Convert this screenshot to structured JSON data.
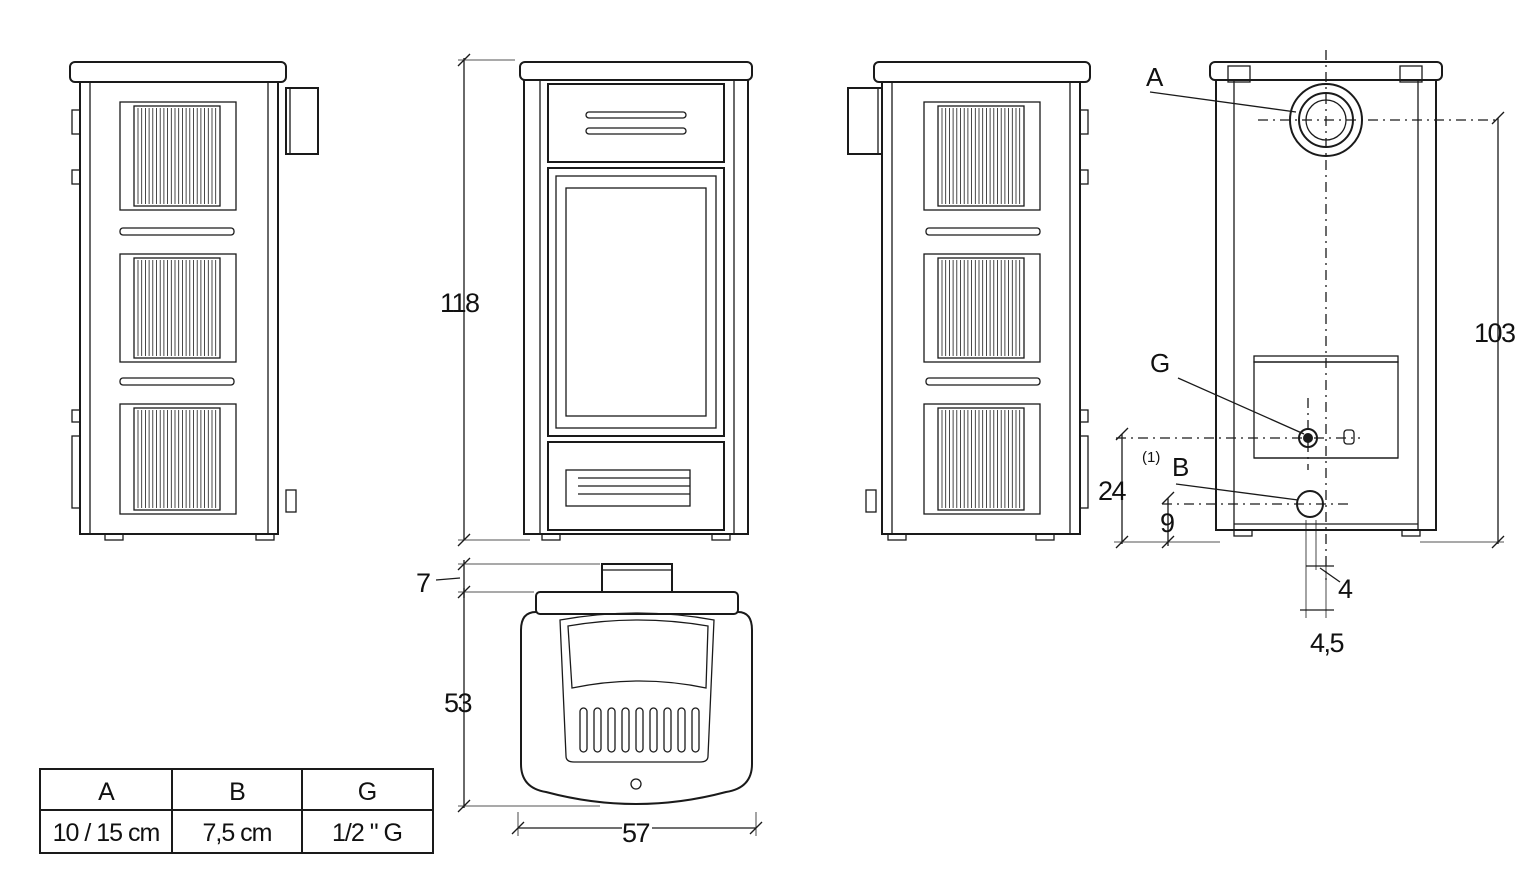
{
  "dimensions": {
    "height_total": "118",
    "height_flue": "103",
    "depth": "53",
    "width": "57",
    "flue_offset": "7",
    "height_inlet": "24",
    "height_outlet": "9",
    "offset_g": "4",
    "offset_b": "4,5"
  },
  "labels": {
    "flue": "A",
    "outlet": "B",
    "inlet": "G",
    "note": "(1)"
  },
  "table": {
    "headers": [
      "A",
      "B",
      "G"
    ],
    "values": [
      "10 / 15 cm",
      "7,5 cm",
      "1/2 \" G"
    ]
  }
}
